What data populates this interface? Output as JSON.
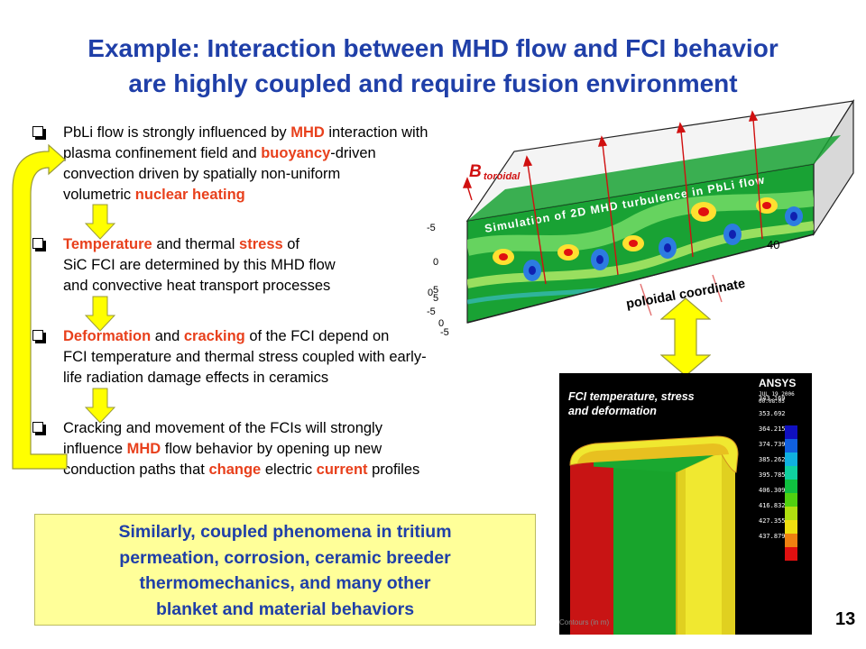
{
  "slide": {
    "title_line1": "Example: Interaction between MHD flow and FCI behavior",
    "title_line2": "are highly coupled and require fusion environment",
    "page_number": "13"
  },
  "bullets": [
    {
      "lines": [
        [
          {
            "t": "PbLi flow is strongly influenced by "
          },
          {
            "t": "MHD",
            "hl": true
          },
          {
            "t": " interaction with"
          }
        ],
        [
          {
            "t": "plasma confinement field and "
          },
          {
            "t": "buoyancy",
            "hl": true
          },
          {
            "t": "-driven"
          }
        ],
        [
          {
            "t": "convection driven by spatially non-uniform"
          }
        ],
        [
          {
            "t": "volumetric "
          },
          {
            "t": "nuclear heating",
            "hl": true
          }
        ]
      ]
    },
    {
      "lines": [
        [
          {
            "t": "Temperature",
            "hl": true
          },
          {
            "t": " and thermal "
          },
          {
            "t": "stress",
            "hl": true
          },
          {
            "t": " of"
          }
        ],
        [
          {
            "t": "SiC FCI are determined by this MHD flow"
          }
        ],
        [
          {
            "t": "and convective heat transport processes"
          }
        ]
      ]
    },
    {
      "lines": [
        [
          {
            "t": "Deformation",
            "hl": true
          },
          {
            "t": " and "
          },
          {
            "t": "cracking",
            "hl": true
          },
          {
            "t": " of the FCI depend on"
          }
        ],
        [
          {
            "t": "FCI temperature and thermal stress coupled with early-"
          }
        ],
        [
          {
            "t": "life radiation damage effects in ceramics"
          }
        ]
      ]
    },
    {
      "lines": [
        [
          {
            "t": "Cracking and movement of the FCIs will strongly"
          }
        ],
        [
          {
            "t": "influence "
          },
          {
            "t": "MHD",
            "hl": true
          },
          {
            "t": " flow behavior by opening up new"
          }
        ],
        [
          {
            "t": "conduction paths that "
          },
          {
            "t": "change",
            "hl": true
          },
          {
            "t": " electric "
          },
          {
            "t": "current",
            "hl": true
          },
          {
            "t": " profiles"
          }
        ]
      ]
    }
  ],
  "summary": {
    "line1": "Similarly, coupled phenomena in tritium",
    "line2": "permeation, corrosion, ceramic breeder",
    "line3": "thermomechanics, and many other",
    "line4": "blanket and material behaviors"
  },
  "mhd_figure": {
    "b_symbol": "B",
    "b_subscript": "toroidal",
    "band_label": "Simulation of 2D MHD turbulence in PbLi flow",
    "axis_label": "poloidal coordinate",
    "tick_40": "40",
    "left_ticks": [
      "-5",
      "0",
      "5",
      "-5",
      "0",
      "5",
      "0",
      "-5"
    ]
  },
  "fci_figure": {
    "caption_line1": "FCI temperature, stress",
    "caption_line2": "and deformation",
    "brand": "ANSYS",
    "date_line1": "JUL 19 2006",
    "date_line2": "00:08:05",
    "scale_values": [
      "343.169",
      "353.692",
      "364.215",
      "374.739",
      "385.262",
      "395.785",
      "406.309",
      "416.832",
      "427.355",
      "437.879"
    ],
    "contours_label": "Contours (in m)"
  },
  "colors": {
    "title": "#1f3fa8",
    "highlight": "#e8401c",
    "arrow_fill": "#ffff00",
    "summary_bg": "#ffff99"
  }
}
